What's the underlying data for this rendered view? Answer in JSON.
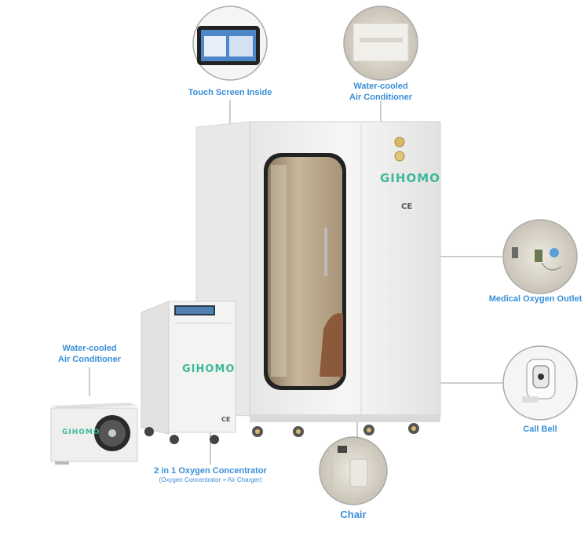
{
  "callouts": {
    "touch_screen": "Touch Screen Inside",
    "water_cooled_top_line1": "Water-cooled",
    "water_cooled_top_line2": "Air Conditioner",
    "medical_oxygen": "Medical Oxygen Outlet",
    "water_cooled_left_line1": "Water-cooled",
    "water_cooled_left_line2": "Air Conditioner",
    "concentrator_title": "2 in 1 Oxygen Concentrator",
    "concentrator_sub": "(Oxygen Concentrator + Air Charger)",
    "call_bell": "Call Bell",
    "chair": "Chair"
  },
  "branding": {
    "chamber_brand": "GIHOMO",
    "concentrator_brand": "GIHOMO",
    "ac_brand": "GIHOMO",
    "ce_mark": "CE"
  },
  "colors": {
    "label_blue": "#3a8fd8",
    "brand_green": "#3fb89a",
    "chamber_white": "#f2f2f0"
  }
}
